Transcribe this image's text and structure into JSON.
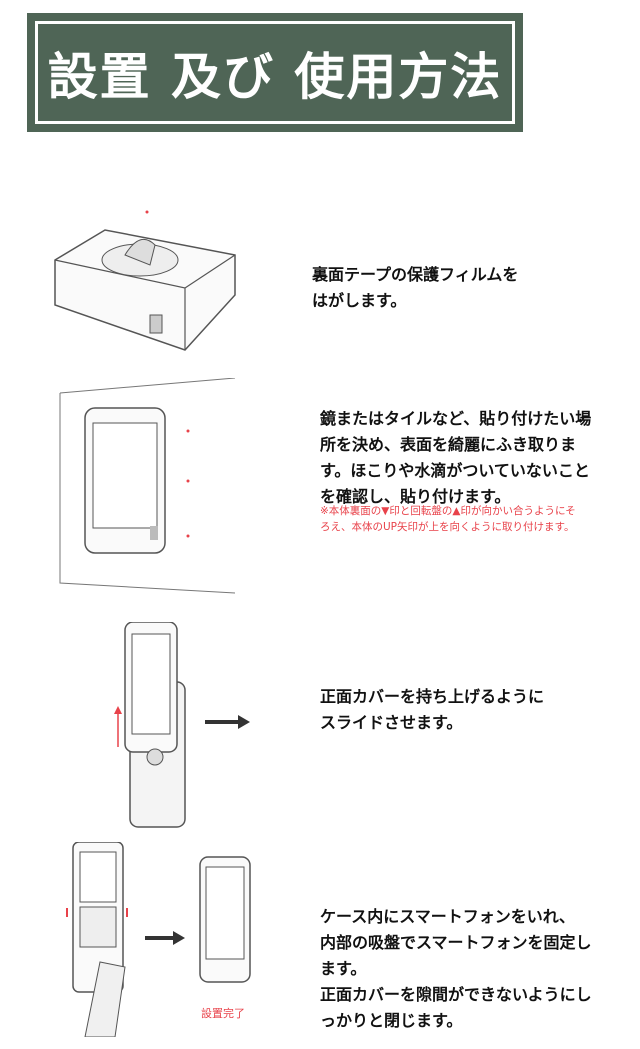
{
  "header": {
    "title": "設置 及び 使用方法"
  },
  "steps": [
    {
      "text": "裏面テープの保護フィルムを\nはがします。"
    },
    {
      "text": "鏡またはタイルなど、貼り付けたい場\n所を決め、表面を綺麗にふき取りま\nす。ほこりや水滴がついていないこと\nを確認し、貼り付けます。",
      "note": "※本体裏面の▼印と回転盤の▲印が向かい合うようにそ\nろえ、本体のUP矢印が上を向くように取り付けます。"
    },
    {
      "text": "正面カバーを持ち上げるように\nスライドさせます。"
    },
    {
      "text": "ケース内にスマートフォンをいれ、\n内部の吸盤でスマートフォンを固定し\nます。\n正面カバーを隙間ができないようにし\nっかりと閉じます。",
      "caption": "設置完了"
    }
  ],
  "colors": {
    "header_bg": "#4f6556",
    "note": "#e8424a"
  }
}
